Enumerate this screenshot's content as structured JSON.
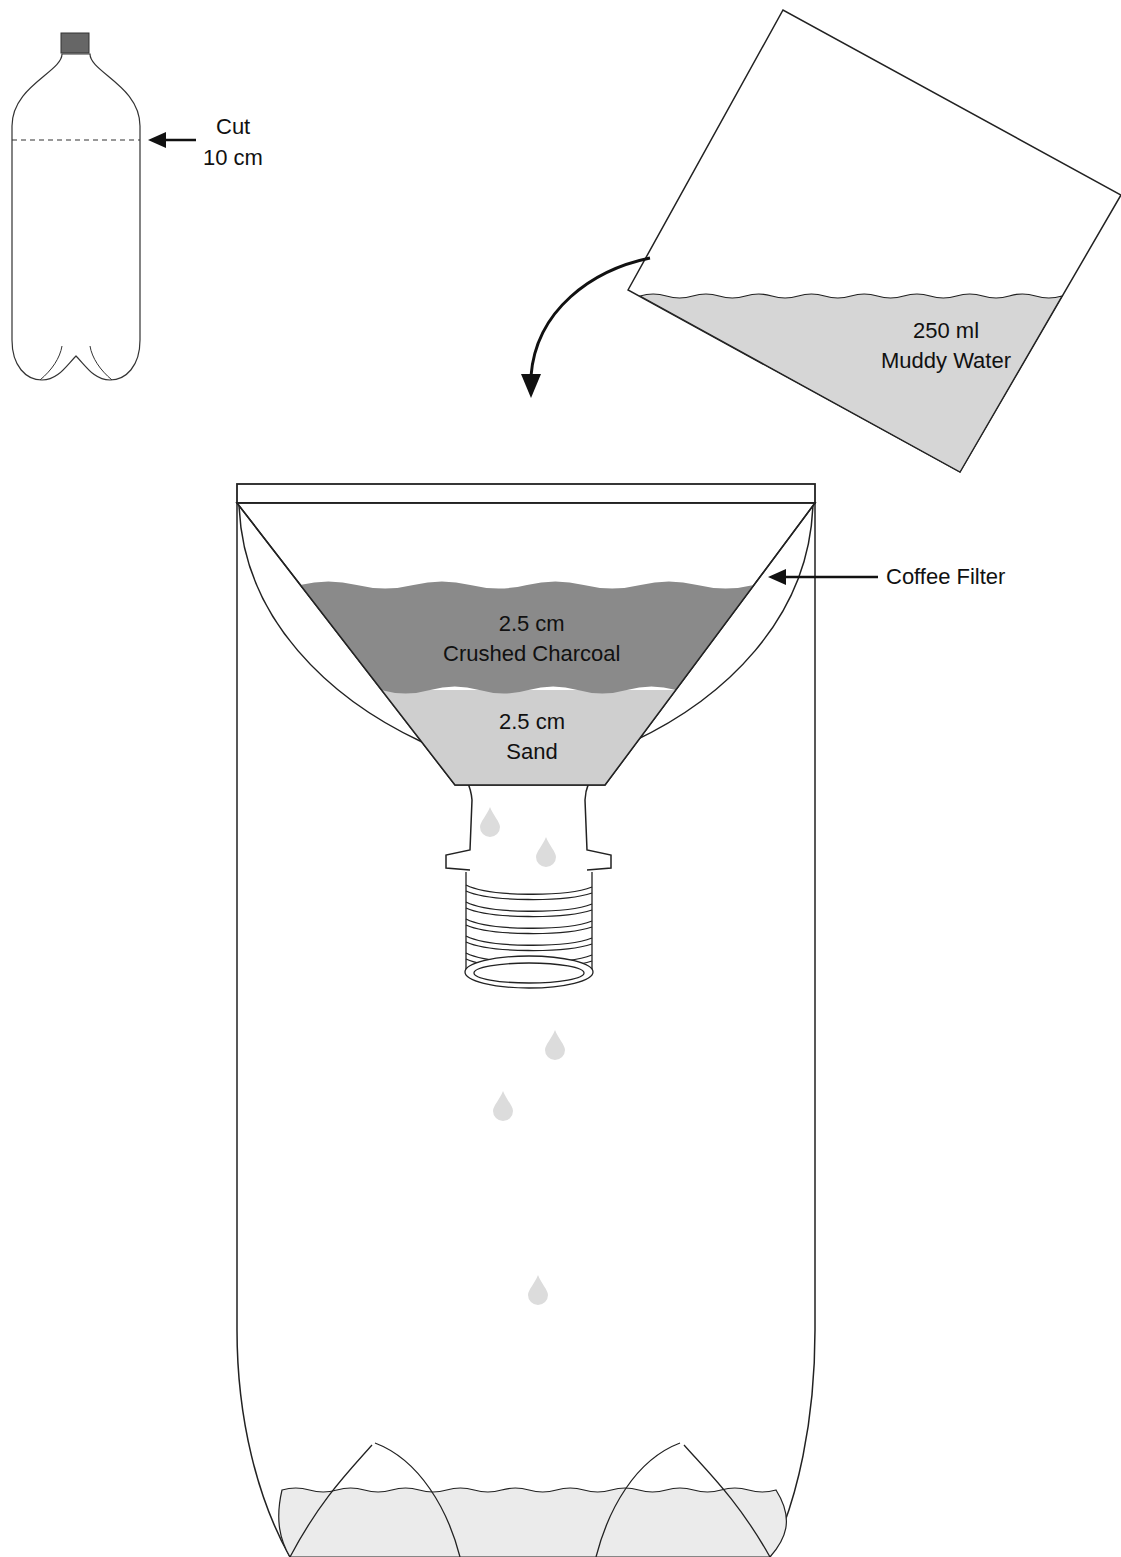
{
  "diagram": {
    "nodes": [
      {
        "text": [
          "250 ml",
          "Muddy Water"
        ]
      },
      {
        "text": [
          "2.5 cm",
          "Crushed Charcoal"
        ]
      },
      {
        "text": [
          "2.5 cm",
          "Sand"
        ]
      }
    ],
    "labels": [
      "Cut",
      "10 cm",
      "Coffee Filter"
    ]
  }
}
